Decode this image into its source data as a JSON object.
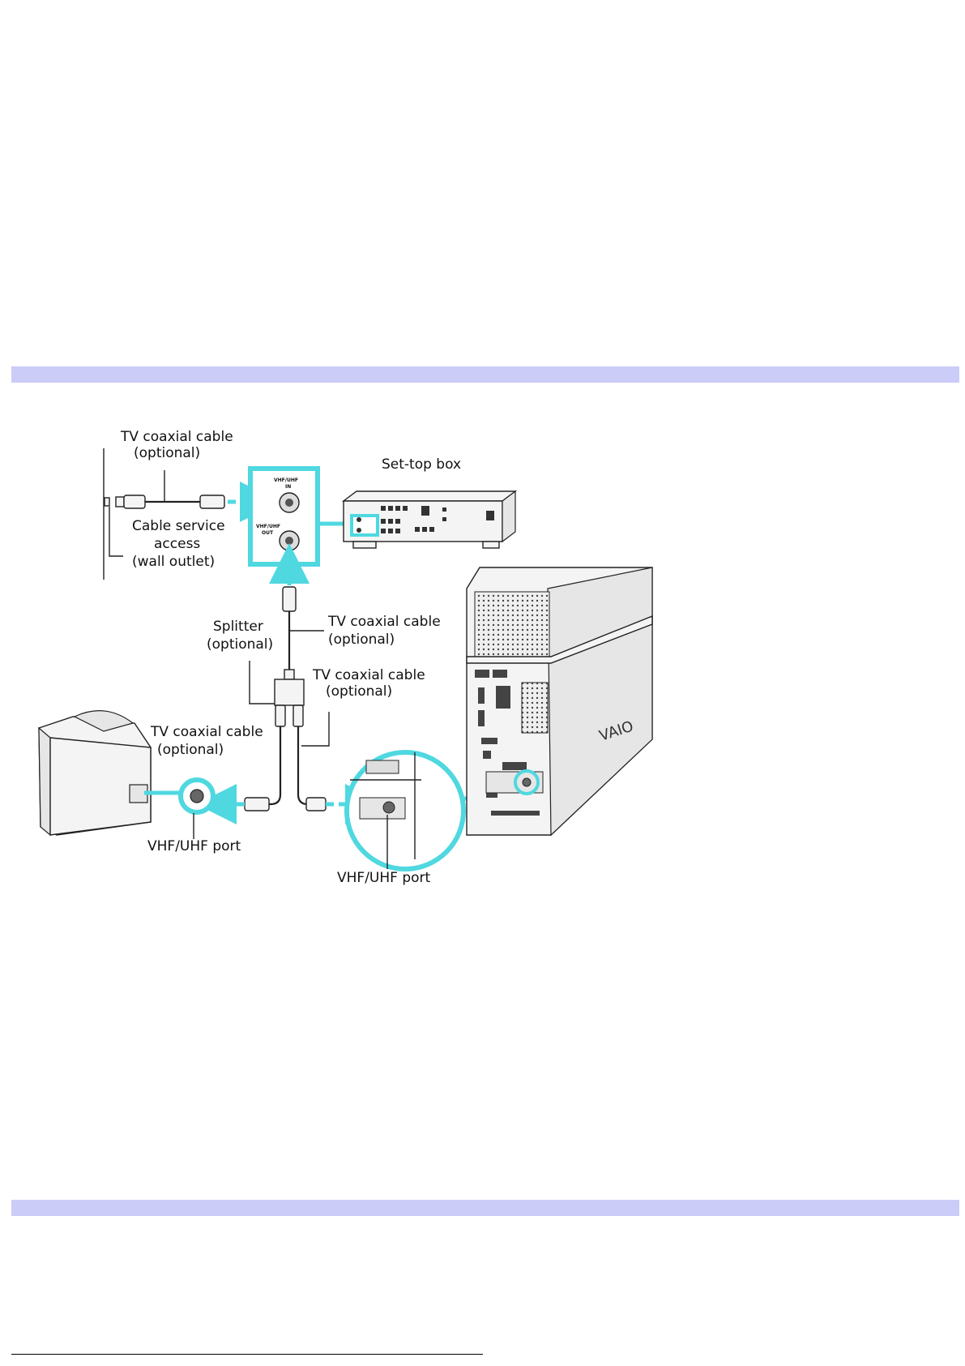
{
  "colors": {
    "band": "#ccccf8",
    "highlight": "#4fd8e0"
  },
  "diagram": {
    "labels": {
      "tv_coax_1_line1": "TV coaxial cable",
      "tv_coax_1_line2": "(optional)",
      "settop": "Set-top box",
      "cable_service_line1": "Cable service",
      "cable_service_line2": "access",
      "cable_service_line3": "(wall outlet)",
      "settop_in_line1": "VHF/UHF",
      "settop_in_line2": "IN",
      "settop_out_line1": "VHF/UHF",
      "settop_out_line2": "OUT",
      "splitter_line1": "Splitter",
      "splitter_line2": "(optional)",
      "tv_coax_2_line1": "TV coaxial cable",
      "tv_coax_2_line2": "(optional)",
      "tv_coax_3_line1": "TV coaxial cable",
      "tv_coax_3_line2": "(optional)",
      "tv_coax_4_line1": "TV coaxial cable",
      "tv_coax_4_line2": "(optional)",
      "tv_port": "VHF/UHF port",
      "pc_port": "VHF/UHF port",
      "brand": "VAIO"
    },
    "icons": [
      "wall-outlet-icon",
      "set-top-box-icon",
      "tv-icon",
      "splitter-icon",
      "desktop-tower-icon"
    ]
  }
}
